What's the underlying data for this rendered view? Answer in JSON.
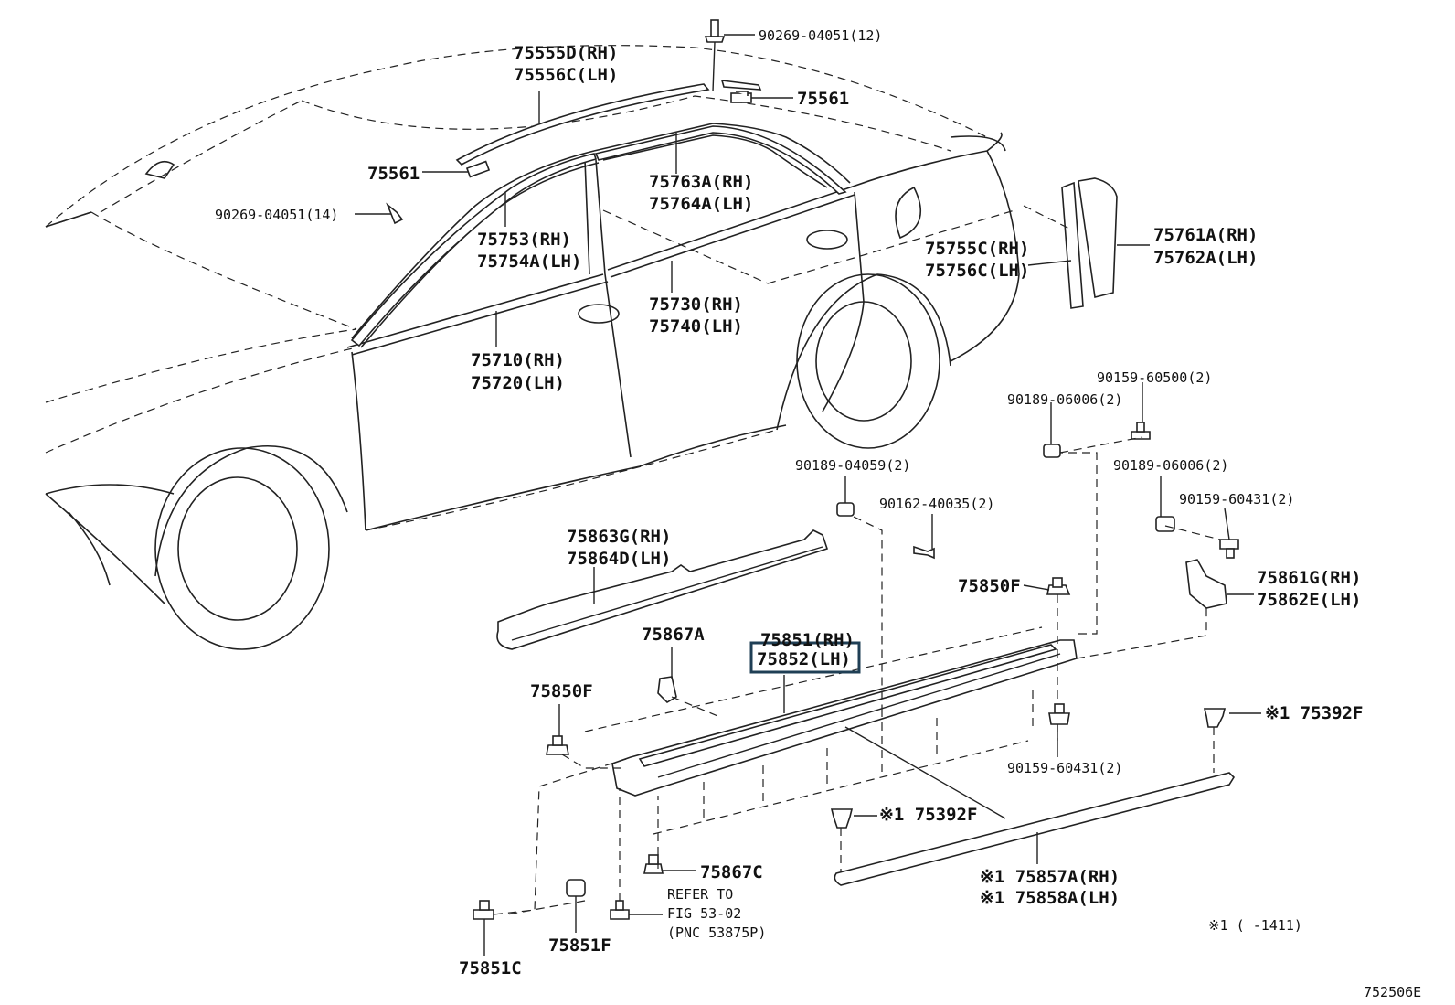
{
  "labels": {
    "clip_90269_12": "90269-04051(12)",
    "p75555d": "75555D(RH)",
    "p75556c": "75556C(LH)",
    "p75561_top": "75561",
    "p75561_left": "75561",
    "clip_90269_14": "90269-04051(14)",
    "p75763a": "75763A(RH)",
    "p75764a": "75764A(LH)",
    "p75753": "75753(RH)",
    "p75754a": "75754A(LH)",
    "p75755c": "75755C(RH)",
    "p75756c": "75756C(LH)",
    "p75761a": "75761A(RH)",
    "p75762a": "75762A(LH)",
    "p75730": "75730(RH)",
    "p75740": "75740(LH)",
    "p75710": "75710(RH)",
    "p75720": "75720(LH)",
    "p90159_60500": "90159-60500(2)",
    "p90189_06006_a": "90189-06006(2)",
    "p90189_04059": "90189-04059(2)",
    "p90189_06006_b": "90189-06006(2)",
    "p90162_40035": "90162-40035(2)",
    "p90159_60431_a": "90159-60431(2)",
    "p75863g": "75863G(RH)",
    "p75864d": "75864D(LH)",
    "p75850f_right": "75850F",
    "p75861g": "75861G(RH)",
    "p75862e": "75862E(LH)",
    "p75867a": "75867A",
    "p75851": "75851(RH)",
    "p75852": "75852(LH)",
    "p75850f_left": "75850F",
    "p75392f_right": "※1 75392F",
    "p90159_60431_b": "90159-60431(2)",
    "p75392f_mid": "※1 75392F",
    "p75867c": "75867C",
    "refer_to": "REFER TO",
    "fig": "FIG 53-02",
    "pnc": "(PNC 53875P)",
    "p75857a": "※1 75857A(RH)",
    "p75858a": "※1 75858A(LH)",
    "p75851c": "75851C",
    "p75851f": "75851F",
    "footnote": "※1 (      -1411)",
    "figure_code": "752506E"
  }
}
